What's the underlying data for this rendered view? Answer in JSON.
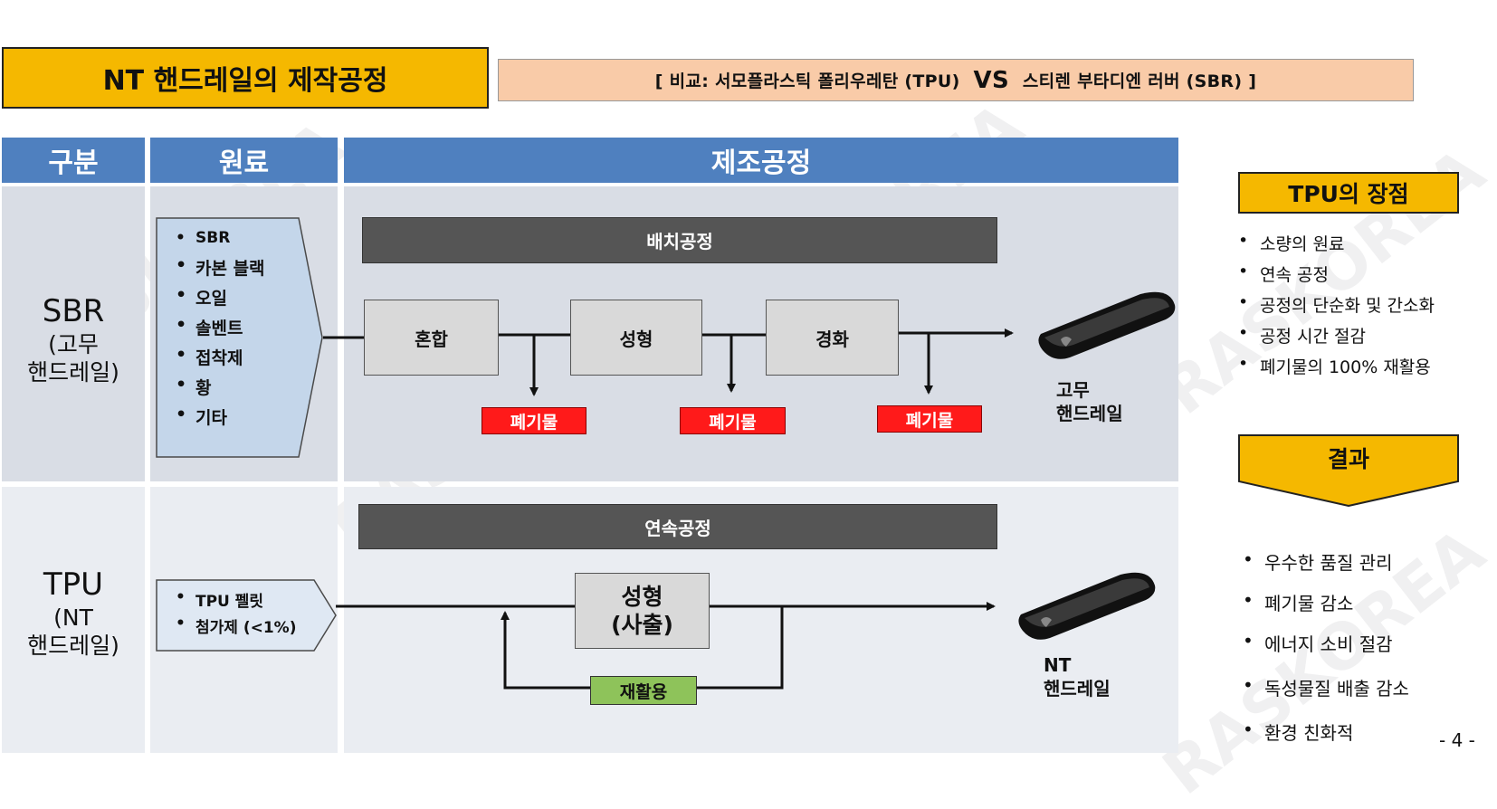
{
  "title": "NT 핸드레일의 제작공정",
  "comparison": {
    "pre": "[ 비교: 서모플라스틱 폴리우레탄 (TPU) ",
    "vs": "VS",
    "post": " 스티렌 부타디엔 러버 (SBR) ]"
  },
  "table": {
    "headers": {
      "category": "구분",
      "material": "원료",
      "process": "제조공정"
    },
    "sbr": {
      "label": "SBR",
      "sub1": "(고무",
      "sub2": "핸드레일)",
      "materials": [
        "SBR",
        "카본 블랙",
        "오일",
        "솔벤트",
        "접착제",
        "황",
        "기타"
      ],
      "process_bar": "배치공정",
      "steps": [
        "혼합",
        "성형",
        "경화"
      ],
      "waste": [
        "폐기물",
        "폐기물",
        "폐기물"
      ],
      "product": {
        "line1": "고무",
        "line2": "핸드레일"
      }
    },
    "tpu": {
      "label": "TPU",
      "sub1": "(NT",
      "sub2": "핸드레일)",
      "materials": [
        "TPU 펠릿",
        "첨가제 (<1%)"
      ],
      "process_bar": "연속공정",
      "step": {
        "line1": "성형",
        "line2": "(사출)"
      },
      "recycle": "재활용",
      "product": {
        "line1": "NT",
        "line2": "핸드레일"
      }
    }
  },
  "advantages": {
    "title": "TPU의 장점",
    "items": [
      "소량의 원료",
      "연속 공정",
      "공정의 단순화 및 간소화",
      "공정 시간 절감",
      "폐기물의 100% 재활용"
    ]
  },
  "results": {
    "title": "결과",
    "items": [
      "우수한 품질 관리",
      "폐기물 감소",
      "에너지 소비 절감",
      "독성물질 배출 감소",
      "환경 친화적"
    ]
  },
  "page_number": "- 4 -",
  "watermark": "RASKOREA",
  "colors": {
    "header_blue": "#4f80bf",
    "title_gold": "#f5b800",
    "waste_red": "#ff1a1a",
    "recycle_green": "#8ec35a",
    "process_bar_gray": "#555555"
  }
}
